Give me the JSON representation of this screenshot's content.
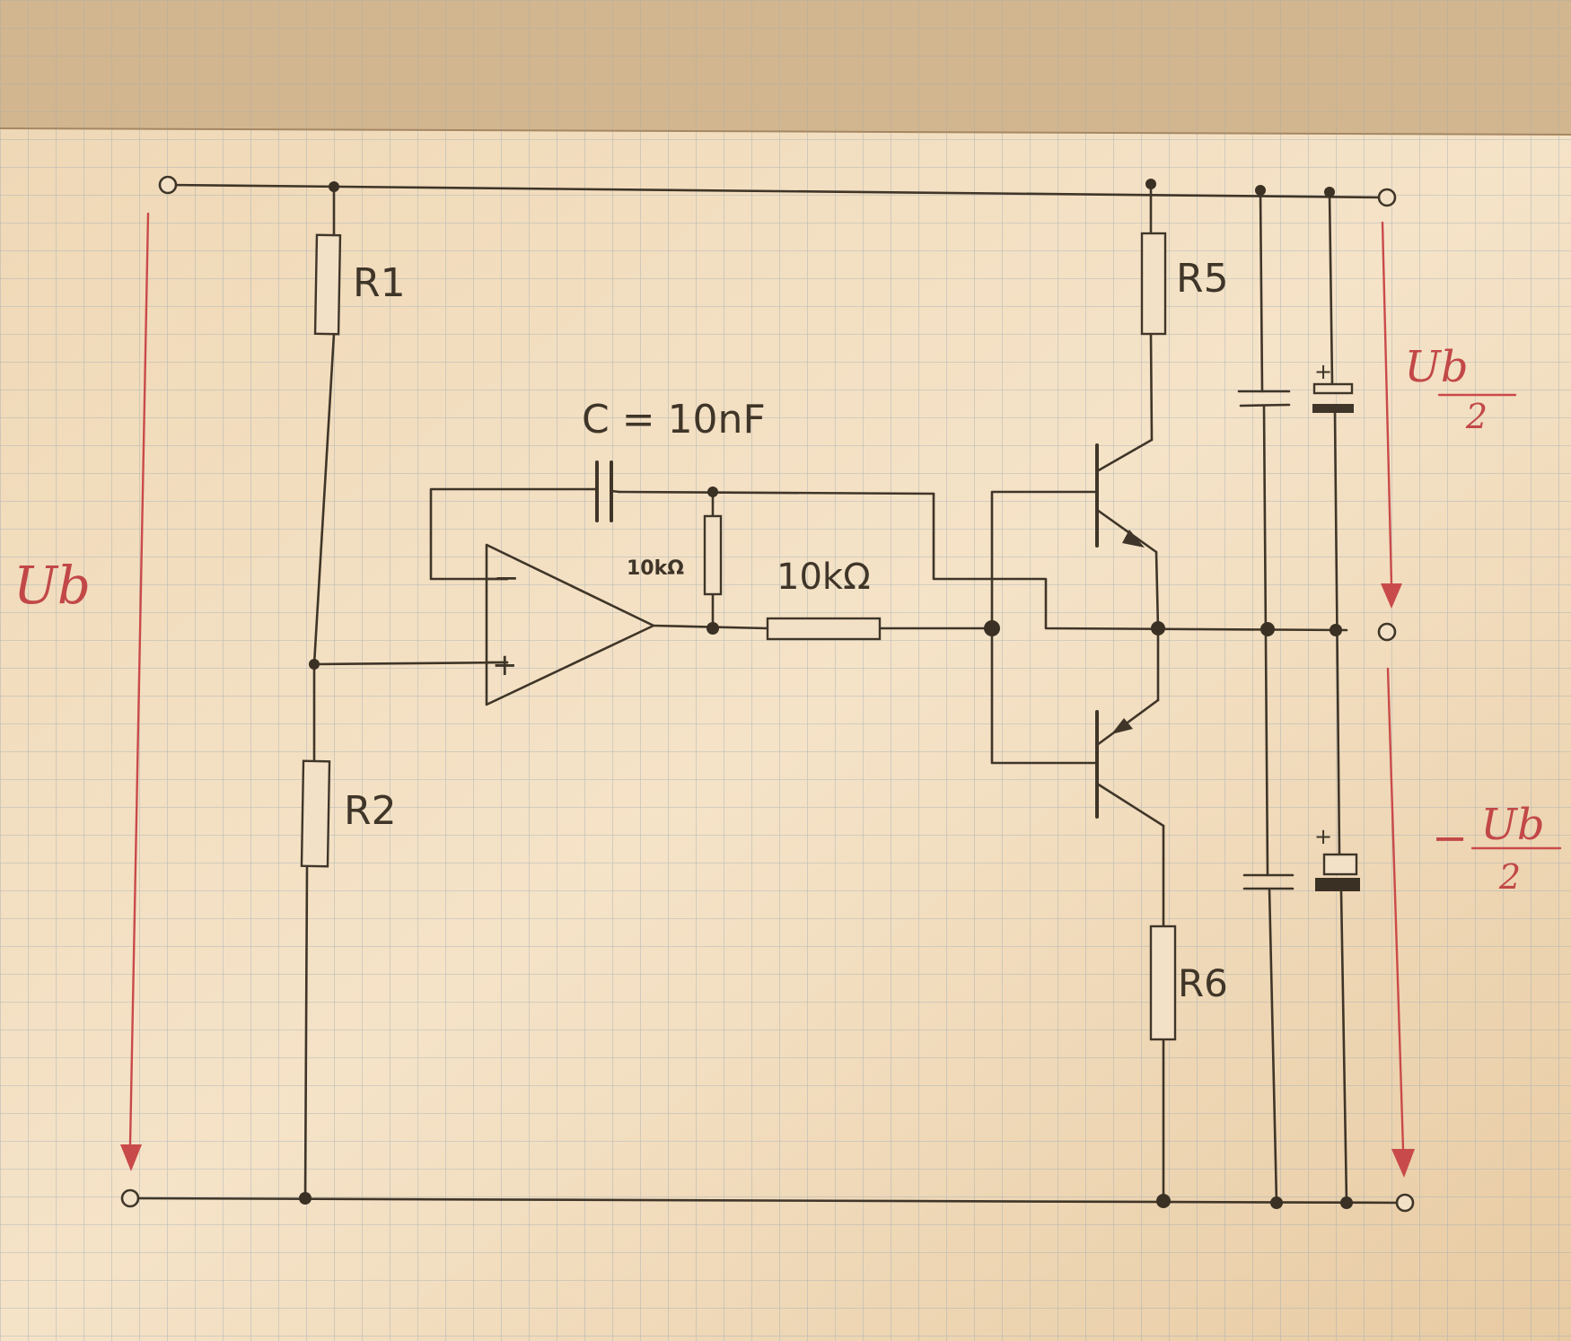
{
  "labels": {
    "r1": "R1",
    "r2": "R2",
    "r5": "R5",
    "r6": "R6",
    "cap": "C = 10nF",
    "r_small": "10kΩ",
    "r_series": "10kΩ",
    "ub": "Ub",
    "half_num": "Ub",
    "half_den": "2",
    "neg_sign": "−",
    "neg_num": "Ub",
    "neg_den": "2",
    "plus_sign": "+",
    "minus_sign": "−",
    "elco_plus": "+"
  }
}
